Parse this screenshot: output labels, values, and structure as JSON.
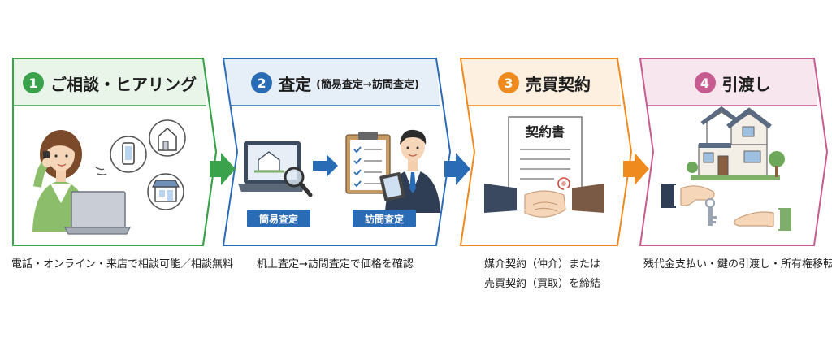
{
  "steps": [
    {
      "num": "1",
      "title": "ご相談・ヒアリング",
      "color": "#3aa24a",
      "head_bg": "#eaf5ea"
    },
    {
      "num": "2",
      "title": "査定",
      "sub": "(簡易査定→訪問査定)",
      "color": "#2a6bb5",
      "head_bg": "#e6eef8"
    },
    {
      "num": "3",
      "title": "売買契約",
      "color": "#ef8a1f",
      "head_bg": "#fdf0e1"
    },
    {
      "num": "4",
      "title": "引渡し",
      "color": "#c55b8f",
      "head_bg": "#f8e6ef"
    }
  ],
  "tags": {
    "quick": "簡易査定",
    "visit": "訪問査定"
  },
  "document_title": "契約書",
  "captions": {
    "step1": "電話・オンライン・来店で相談可能／相談無料",
    "step2": "机上査定→訪問査定で価格を確認",
    "step3_line1": "媒介契約（仲介）または",
    "step3_line2": "売買契約（買取）を締結",
    "step4": "残代金支払い・鍵の引渡し・所有権移転"
  }
}
